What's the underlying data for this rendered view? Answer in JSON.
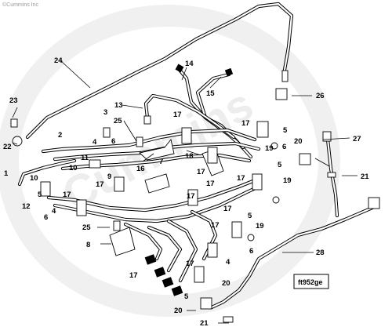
{
  "copyright": "©Cummins Inc",
  "watermark": "Cummins",
  "figure_code": "ft952ge",
  "colors": {
    "line": "#000000",
    "background": "#ffffff",
    "watermark": "#ededed"
  },
  "callouts": {
    "c1": "1",
    "c2": "2",
    "c3": "3",
    "c4a": "4",
    "c4b": "4",
    "c4c": "4",
    "c5a": "5",
    "c5b": "5",
    "c5c": "5",
    "c5d": "5",
    "c5e": "5",
    "c6a": "6",
    "c6b": "6",
    "c6c": "6",
    "c7": "7",
    "c8": "8",
    "c9": "9",
    "c10a": "10",
    "c10b": "10",
    "c11": "11",
    "c12": "12",
    "c13": "13",
    "c14": "14",
    "c15": "15",
    "c16": "16",
    "c17a": "17",
    "c17b": "17",
    "c17c": "17",
    "c17d": "17",
    "c17e": "17",
    "c17f": "17",
    "c17g": "17",
    "c17h": "17",
    "c17i": "17",
    "c17j": "17",
    "c17k": "17",
    "c17l": "17",
    "c18": "18",
    "c19a": "19",
    "c19b": "19",
    "c19c": "19",
    "c20a": "20",
    "c20b": "20",
    "c21a": "21",
    "c21b": "21",
    "c22": "22",
    "c23": "23",
    "c24": "24",
    "c25a": "25",
    "c25b": "25",
    "c26": "26",
    "c27": "27",
    "c28": "28"
  }
}
